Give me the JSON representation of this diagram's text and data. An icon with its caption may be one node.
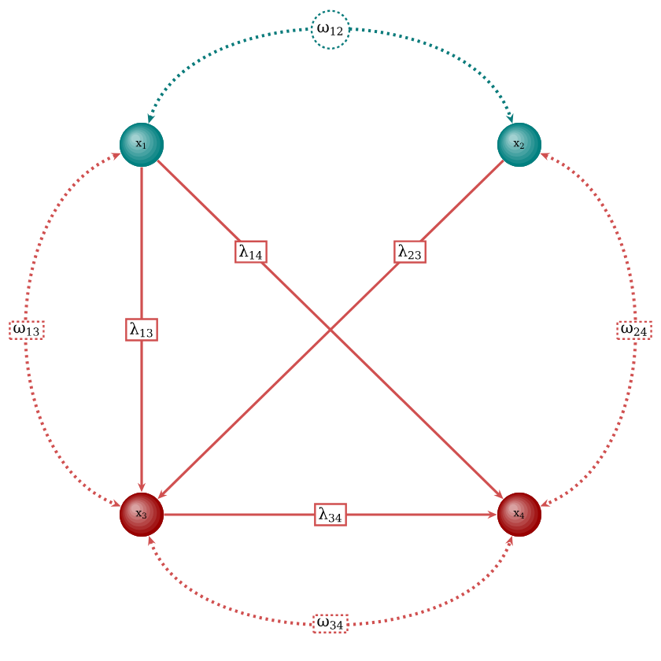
{
  "diagram": {
    "nodes": [
      {
        "text": [
          "x$_{1}$"
        ]
      },
      {
        "text": [
          "x$_{2}$"
        ]
      },
      {
        "text": [
          "x$_{3}$"
        ]
      },
      {
        "text": [
          "x$_{4}$"
        ]
      }
    ],
    "edges": [
      {
        "from": 0,
        "to": 1,
        "arrow": "both",
        "label": "ω$_{12}$",
        "style": "dashed",
        "color": "#0a7b7b"
      },
      {
        "from": 0,
        "to": 2,
        "arrow": "both",
        "label": "ω$_{13}$",
        "style": "dashed"
      },
      {
        "from": 1,
        "to": 3,
        "arrow": "both",
        "label": "ω$_{24}$",
        "style": "dashed"
      },
      {
        "from": 0,
        "to": 2,
        "arrow": "to",
        "label": "λ$_{13}$"
      },
      {
        "from": 0,
        "to": 3,
        "arrow": "to",
        "label": "λ$_{14}$"
      },
      {
        "from": 1,
        "to": 2,
        "arrow": "to",
        "label": "λ$_{23}$"
      },
      {
        "from": 2,
        "to": 3,
        "arrow": "to",
        "label": "λ$_{34}$"
      },
      {
        "from": 2,
        "to": 3,
        "arrow": "both",
        "label": "ω$_{34}$",
        "style": "dashed"
      }
    ]
  }
}
